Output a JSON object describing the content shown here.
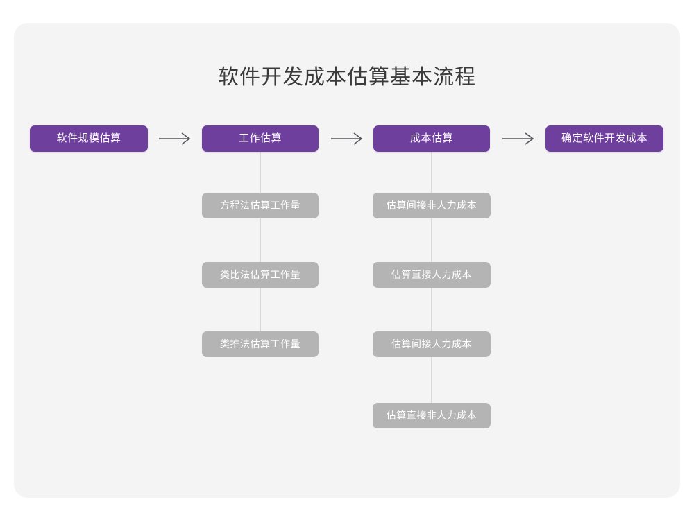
{
  "page": {
    "title": "软件开发成本估算基本流程",
    "card_background": "#f4f4f4",
    "canvas_background": "#ffffff"
  },
  "colors": {
    "main_node": "#6f3f9e",
    "sub_node": "#b4b4b4",
    "node_text": "#ffffff",
    "title_text": "#3b3b3b",
    "connector": "#d9d9d9",
    "arrow": "#55555a"
  },
  "chart_data": {
    "type": "diagram",
    "title": "软件开发成本估算基本流程",
    "orientation": "horizontal-with-vertical-substeps",
    "stages": [
      {
        "id": "stage-1",
        "label": "软件规模估算",
        "substeps": []
      },
      {
        "id": "stage-2",
        "label": "工作估算",
        "substeps": [
          "方程法估算工作量",
          "类比法估算工作量",
          "类推法估算工作量"
        ]
      },
      {
        "id": "stage-3",
        "label": "成本估算",
        "substeps": [
          "估算间接非人力成本",
          "估算直接人力成本",
          "估算间接人力成本",
          "估算直接非人力成本"
        ]
      },
      {
        "id": "stage-4",
        "label": "确定软件开发成本",
        "substeps": []
      }
    ],
    "connectors": [
      {
        "from": "stage-1",
        "to": "stage-2",
        "style": "arrow"
      },
      {
        "from": "stage-2",
        "to": "stage-3",
        "style": "arrow"
      },
      {
        "from": "stage-3",
        "to": "stage-4",
        "style": "arrow"
      }
    ]
  },
  "flow": {
    "stage1": {
      "label": "软件规模估算"
    },
    "stage2": {
      "label": "工作估算",
      "sub1": "方程法估算工作量",
      "sub2": "类比法估算工作量",
      "sub3": "类推法估算工作量"
    },
    "stage3": {
      "label": "成本估算",
      "sub1": "估算间接非人力成本",
      "sub2": "估算直接人力成本",
      "sub3": "估算间接人力成本",
      "sub4": "估算直接非人力成本"
    },
    "stage4": {
      "label": "确定软件开发成本"
    }
  }
}
